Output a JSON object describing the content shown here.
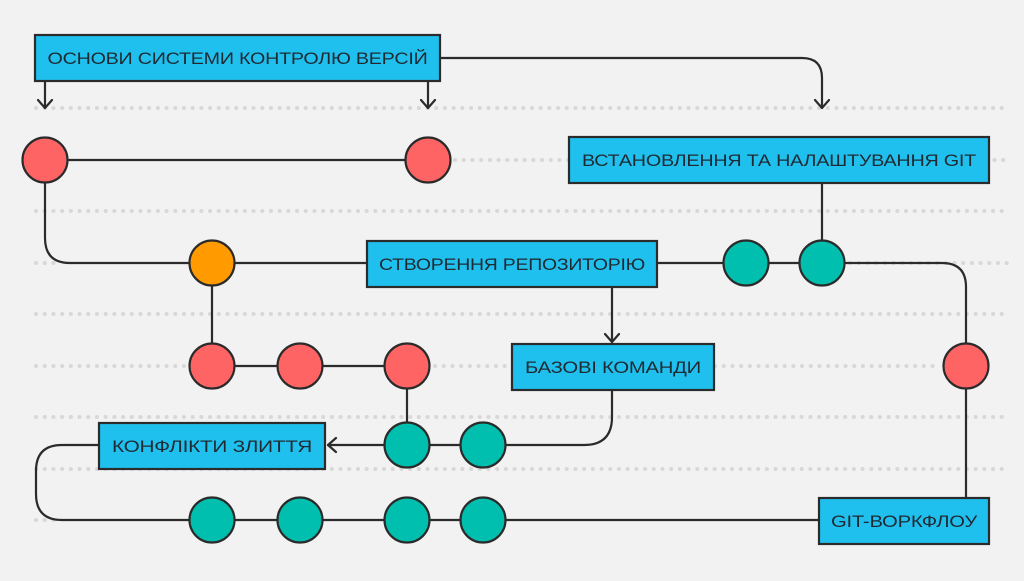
{
  "title": "Git learning roadmap",
  "colors": {
    "background": "#f2f2f2",
    "box_fill": "#20c0ee",
    "stroke": "#2b2b2b",
    "dot_red": "#ff6464",
    "dot_orange": "#ff9b00",
    "dot_teal": "#00bfae",
    "guide": "#d9d9d9"
  },
  "topics": [
    {
      "id": "vcs-basics",
      "label": "ОСНОВИ СИСТЕМИ КОНТРОЛЮ ВЕРСІЙ"
    },
    {
      "id": "git-setup",
      "label": "ВСТАНОВЛЕННЯ ТА НАЛАШТУВАННЯ GIT"
    },
    {
      "id": "repo-create",
      "label": "СТВОРЕННЯ РЕПОЗИТОРІЮ"
    },
    {
      "id": "basic-commands",
      "label": "БАЗОВІ КОМАНДИ"
    },
    {
      "id": "merge-conflicts",
      "label": "КОНФЛІКТИ ЗЛИТТЯ"
    },
    {
      "id": "git-workflow",
      "label": "GIT-ВОРКФЛОУ"
    }
  ],
  "nodes": [
    {
      "id": "r1",
      "color": "red"
    },
    {
      "id": "r2",
      "color": "red"
    },
    {
      "id": "o1",
      "color": "orange"
    },
    {
      "id": "t1",
      "color": "teal"
    },
    {
      "id": "t2",
      "color": "teal"
    },
    {
      "id": "r3",
      "color": "red"
    },
    {
      "id": "r4",
      "color": "red"
    },
    {
      "id": "r5",
      "color": "red"
    },
    {
      "id": "r6",
      "color": "red"
    },
    {
      "id": "t3",
      "color": "teal"
    },
    {
      "id": "t4",
      "color": "teal"
    },
    {
      "id": "t5",
      "color": "teal"
    },
    {
      "id": "t6",
      "color": "teal"
    },
    {
      "id": "t7",
      "color": "teal"
    },
    {
      "id": "t8",
      "color": "teal"
    }
  ]
}
